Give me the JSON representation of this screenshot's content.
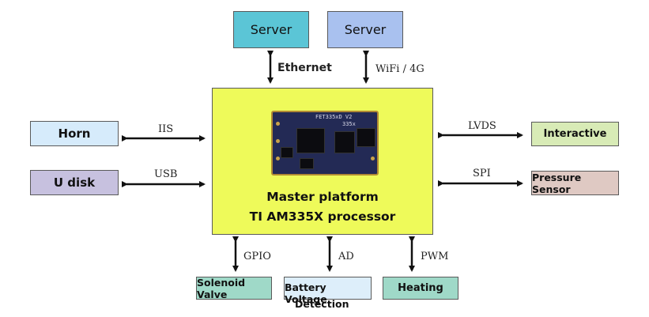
{
  "diagram": {
    "top_boxes": [
      {
        "id": "server-ethernet",
        "label": "Server",
        "color": "#5bc5d6"
      },
      {
        "id": "server-wifi",
        "label": "Server",
        "color": "#a9c1ef"
      }
    ],
    "left_boxes": [
      {
        "id": "horn",
        "label": "Horn",
        "color": "#d6ebfb"
      },
      {
        "id": "u-disk",
        "label": "U disk",
        "color": "#c7c1df"
      }
    ],
    "right_boxes": [
      {
        "id": "interactive",
        "label": "Interactive",
        "color": "#d8ebb6"
      },
      {
        "id": "pressure-sensor",
        "label": "Pressure Sensor",
        "color": "#dfc9c3"
      }
    ],
    "bottom_boxes": [
      {
        "id": "solenoid-valve",
        "label": "Solenoid Valve",
        "color": "#9fd9c8"
      },
      {
        "id": "battery-voltage",
        "label": "Battery Voltage",
        "label2": "Detection",
        "color": "#ddeefa"
      },
      {
        "id": "heating",
        "label": "Heating",
        "color": "#9fd9c8"
      }
    ],
    "master": {
      "line1": "Master platform",
      "line2": "TI AM335X processor",
      "color": "#eefa5a",
      "board_text": "FET335xD V2",
      "board_text2": "335x"
    },
    "connections": {
      "ethernet": "Ethernet",
      "wifi": "WiFi / 4G",
      "iis": "IIS",
      "usb": "USB",
      "lvds": "LVDS",
      "spi": "SPI",
      "gpio": "GPIO",
      "ad": "AD",
      "pwm": "PWM"
    }
  }
}
